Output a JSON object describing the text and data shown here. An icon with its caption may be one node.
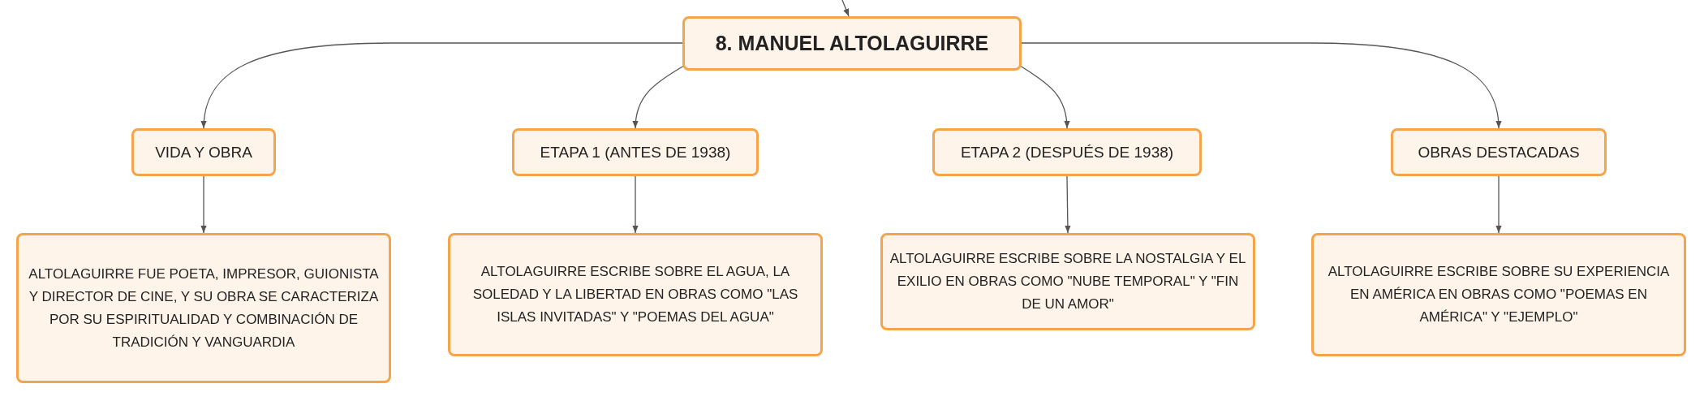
{
  "diagram": {
    "nodes": [
      {
        "text": [
          "8. MANUEL ALTOLAGUIRRE"
        ]
      },
      {
        "text": [
          "VIDA Y OBRA"
        ]
      },
      {
        "text": [
          "ETAPA 1 (ANTES DE 1938)"
        ]
      },
      {
        "text": [
          "ETAPA 2 (DESPUÉS DE 1938)"
        ]
      },
      {
        "text": [
          "OBRAS DESTACADAS"
        ]
      },
      {
        "text": [
          "ALTOLAGUIRRE FUE POETA, IMPRESOR, GUIONISTA Y DIRECTOR DE CINE, Y SU OBRA SE CARACTERIZA POR SU ESPIRITUALIDAD Y COMBINACIÓN DE TRADICIÓN Y VANGUARDIA"
        ]
      },
      {
        "text": [
          "ALTOLAGUIRRE ESCRIBE SOBRE EL AGUA, LA SOLEDAD Y LA LIBERTAD EN OBRAS COMO \"LAS ISLAS INVITADAS\" Y \"POEMAS DEL AGUA\""
        ]
      },
      {
        "text": [
          "ALTOLAGUIRRE ESCRIBE SOBRE LA NOSTALGIA Y EL EXILIO EN OBRAS COMO \"NUBE TEMPORAL\" Y \"FIN DE UN AMOR\""
        ]
      },
      {
        "text": [
          "ALTOLAGUIRRE ESCRIBE SOBRE SU EXPERIENCIA EN AMÉRICA EN OBRAS COMO \"POEMAS EN AMÉRICA\" Y \"EJEMPLO\""
        ]
      }
    ],
    "edges": [
      {
        "from": null,
        "to": 0,
        "arrow": "to"
      },
      {
        "from": 0,
        "to": 1,
        "arrow": "to"
      },
      {
        "from": 0,
        "to": 2,
        "arrow": "to"
      },
      {
        "from": 0,
        "to": 3,
        "arrow": "to"
      },
      {
        "from": 0,
        "to": 4,
        "arrow": "to"
      },
      {
        "from": 1,
        "to": 5,
        "arrow": "to"
      },
      {
        "from": 2,
        "to": 6,
        "arrow": "to"
      },
      {
        "from": 3,
        "to": 7,
        "arrow": "to"
      },
      {
        "from": 4,
        "to": 8,
        "arrow": "to"
      }
    ]
  }
}
